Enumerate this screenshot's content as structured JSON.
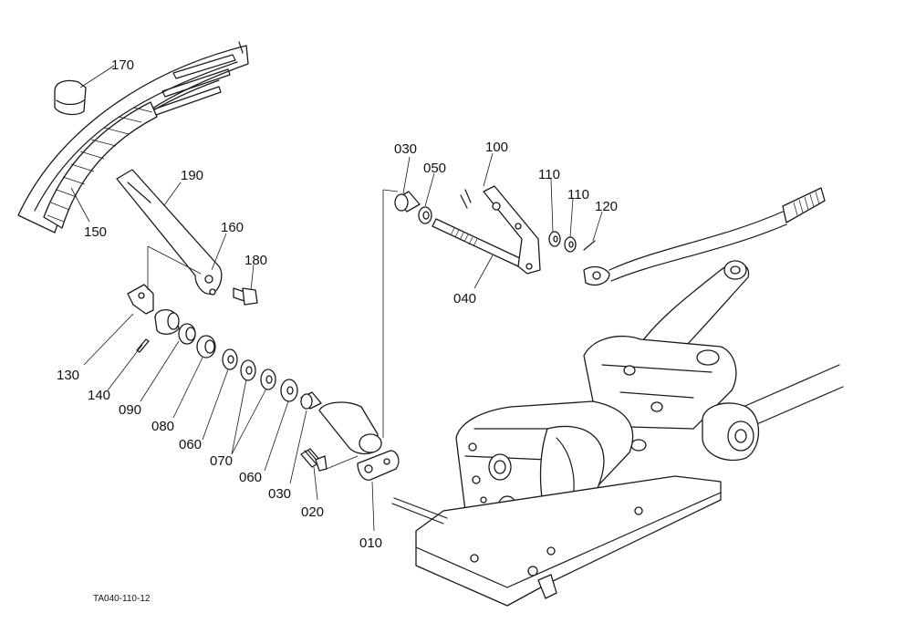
{
  "labels": {
    "p170": "170",
    "p150": "150",
    "p190": "190",
    "p160": "160",
    "p180": "180",
    "p130": "130",
    "p140": "140",
    "p090": "090",
    "p080": "080",
    "p060a": "060",
    "p070": "070",
    "p060b": "060",
    "p030a": "030",
    "p020": "020",
    "p010": "010",
    "p030b": "030",
    "p050": "050",
    "p100": "100",
    "p110a": "110",
    "p110b": "110",
    "p120": "120",
    "p040": "040"
  },
  "drawing_code": "TA040-110-12",
  "colors": {
    "ink": "#1a1a1a",
    "paper": "#ffffff"
  }
}
